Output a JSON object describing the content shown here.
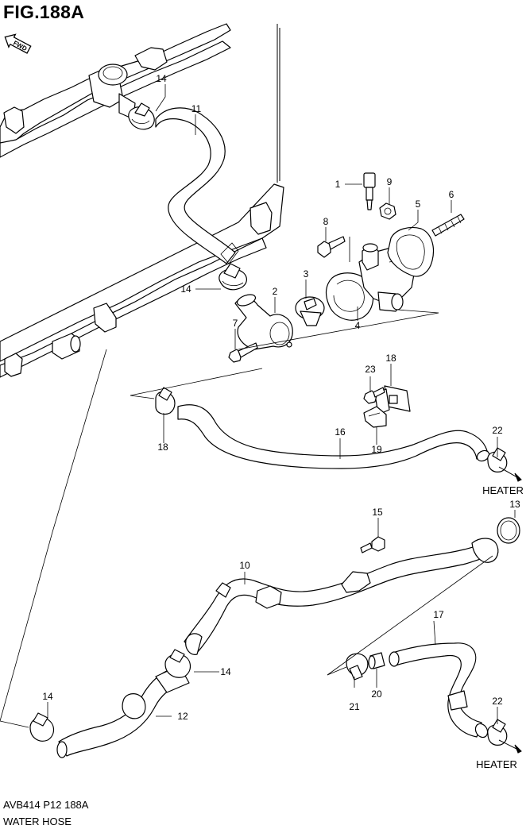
{
  "figure": {
    "title": "FIG.188A",
    "code": "AVB414 P12 188A",
    "name": "WATER HOSE",
    "fwd_label": "FWD"
  },
  "callouts": {
    "c1": "1",
    "c2": "2",
    "c3": "3",
    "c4": "4",
    "c5": "5",
    "c6": "6",
    "c7": "7",
    "c8": "8",
    "c9": "9",
    "c10": "10",
    "c11": "11",
    "c12": "12",
    "c13": "13",
    "c14a": "14",
    "c14b": "14",
    "c14c": "14",
    "c14d": "14",
    "c15": "15",
    "c16": "16",
    "c17": "17",
    "c18a": "18",
    "c18b": "18",
    "c19": "19",
    "c20": "20",
    "c21": "21",
    "c22a": "22",
    "c22b": "22",
    "c23": "23"
  },
  "destinations": {
    "heater_upper": "HEATER",
    "heater_lower": "HEATER"
  }
}
